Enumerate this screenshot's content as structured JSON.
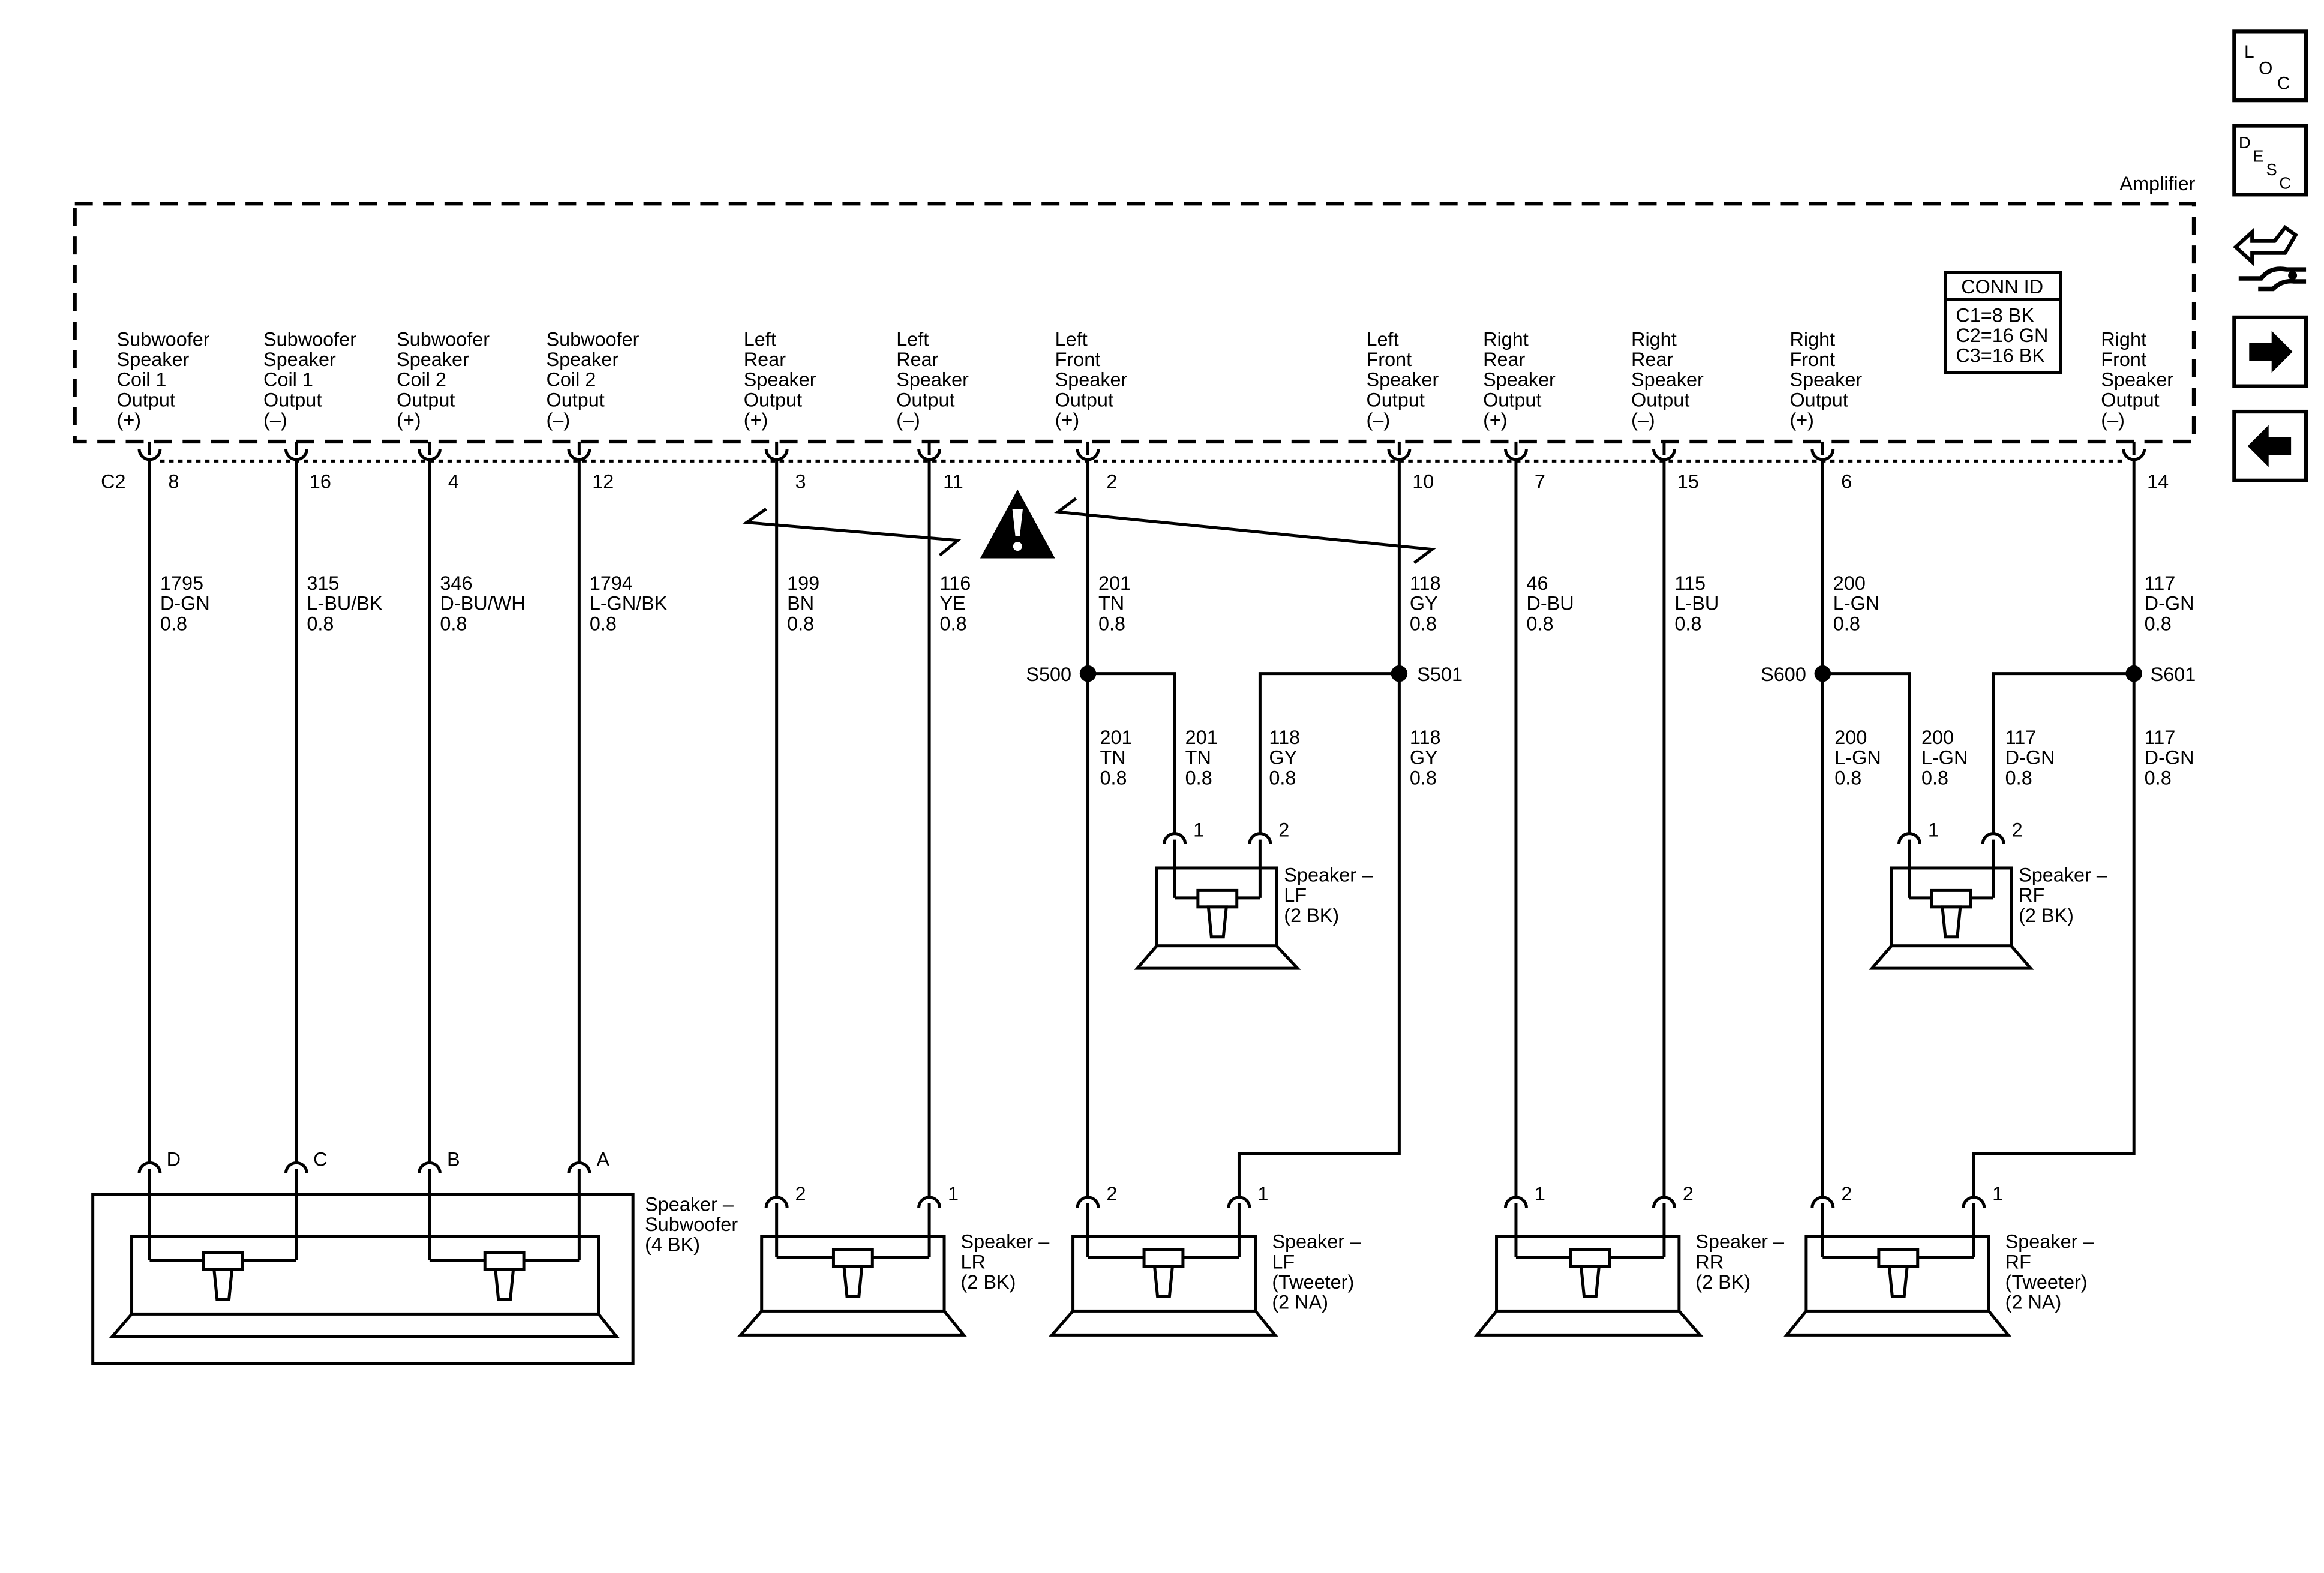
{
  "colors": {
    "ink": "#000000",
    "paper": "#ffffff"
  },
  "amplifier": {
    "name": "Amplifier",
    "connector": "C2",
    "conn_id": {
      "header": "CONN ID",
      "rows": [
        "C1=8 BK",
        "C2=16 GN",
        "C3=16 BK"
      ]
    }
  },
  "circuits": [
    {
      "function": [
        "Subwoofer",
        "Speaker",
        "Coil 1",
        "Output",
        "(+)"
      ],
      "pin": "8",
      "wire": [
        "1795",
        "D-GN",
        "0.8"
      ]
    },
    {
      "function": [
        "Subwoofer",
        "Speaker",
        "Coil 1",
        "Output",
        "(–)"
      ],
      "pin": "16",
      "wire": [
        "315",
        "L-BU/BK",
        "0.8"
      ]
    },
    {
      "function": [
        "Subwoofer",
        "Speaker",
        "Coil 2",
        "Output",
        "(+)"
      ],
      "pin": "4",
      "wire": [
        "346",
        "D-BU/WH",
        "0.8"
      ]
    },
    {
      "function": [
        "Subwoofer",
        "Speaker",
        "Coil 2",
        "Output",
        "(–)"
      ],
      "pin": "12",
      "wire": [
        "1794",
        "L-GN/BK",
        "0.8"
      ]
    },
    {
      "function": [
        "Left",
        "Rear",
        "Speaker",
        "Output",
        "(+)"
      ],
      "pin": "3",
      "wire": [
        "199",
        "BN",
        "0.8"
      ]
    },
    {
      "function": [
        "Left",
        "Rear",
        "Speaker",
        "Output",
        "(–)"
      ],
      "pin": "11",
      "wire": [
        "116",
        "YE",
        "0.8"
      ]
    },
    {
      "function": [
        "Left",
        "Front",
        "Speaker",
        "Output",
        "(+)"
      ],
      "pin": "2",
      "wire": [
        "201",
        "TN",
        "0.8"
      ]
    },
    {
      "function": [
        "Left",
        "Front",
        "Speaker",
        "Output",
        "(–)"
      ],
      "pin": "10",
      "wire": [
        "118",
        "GY",
        "0.8"
      ]
    },
    {
      "function": [
        "Right",
        "Rear",
        "Speaker",
        "Output",
        "(+)"
      ],
      "pin": "7",
      "wire": [
        "46",
        "D-BU",
        "0.8"
      ]
    },
    {
      "function": [
        "Right",
        "Rear",
        "Speaker",
        "Output",
        "(–)"
      ],
      "pin": "15",
      "wire": [
        "115",
        "L-BU",
        "0.8"
      ]
    },
    {
      "function": [
        "Right",
        "Front",
        "Speaker",
        "Output",
        "(+)"
      ],
      "pin": "6",
      "wire": [
        "200",
        "L-GN",
        "0.8"
      ]
    },
    {
      "function": [
        "Right",
        "Front",
        "Speaker",
        "Output",
        "(–)"
      ],
      "pin": "14",
      "wire": [
        "117",
        "D-GN",
        "0.8"
      ]
    }
  ],
  "splices": [
    {
      "name": "S500",
      "wires": [
        [
          "201",
          "TN",
          "0.8"
        ],
        [
          "201",
          "TN",
          "0.8"
        ]
      ]
    },
    {
      "name": "S501",
      "wires": [
        [
          "118",
          "GY",
          "0.8"
        ],
        [
          "118",
          "GY",
          "0.8"
        ]
      ]
    },
    {
      "name": "S600",
      "wires": [
        [
          "200",
          "L-GN",
          "0.8"
        ],
        [
          "200",
          "L-GN",
          "0.8"
        ]
      ]
    },
    {
      "name": "S601",
      "wires": [
        [
          "117",
          "D-GN",
          "0.8"
        ],
        [
          "117",
          "D-GN",
          "0.8"
        ]
      ]
    }
  ],
  "speakers": {
    "subwoofer": {
      "label": [
        "Speaker –",
        "Subwoofer",
        "(4 BK)"
      ],
      "terminals": [
        "D",
        "C",
        "B",
        "A"
      ]
    },
    "left_rear": {
      "label": [
        "Speaker –",
        "LR",
        "(2 BK)"
      ],
      "terminals": [
        "2",
        "1"
      ]
    },
    "left_front_tweeter": {
      "label": [
        "Speaker –",
        "LF",
        "(Tweeter)",
        "(2 NA)"
      ],
      "terminals": [
        "2",
        "1"
      ]
    },
    "right_rear": {
      "label": [
        "Speaker –",
        "RR",
        "(2 BK)"
      ],
      "terminals": [
        "1",
        "2"
      ]
    },
    "right_front_tweeter": {
      "label": [
        "Speaker –",
        "RF",
        "(Tweeter)",
        "(2 NA)"
      ],
      "terminals": [
        "2",
        "1"
      ]
    },
    "left_front": {
      "label": [
        "Speaker –",
        "LF",
        "(2 BK)"
      ],
      "terminals": [
        "1",
        "2"
      ]
    },
    "right_front": {
      "label": [
        "Speaker –",
        "RF",
        "(2 BK)"
      ],
      "terminals": [
        "1",
        "2"
      ]
    }
  },
  "warning_icon": "warning-triangle-icon",
  "nav": {
    "location": {
      "letters": [
        "L",
        "O",
        "C"
      ]
    },
    "description": {
      "letters": [
        "D",
        "E",
        "S",
        "C"
      ]
    },
    "connector_views": {
      "icon": "harness-connector-icon"
    },
    "next": {
      "icon": "arrow-right-icon"
    },
    "previous": {
      "icon": "arrow-left-icon"
    }
  }
}
